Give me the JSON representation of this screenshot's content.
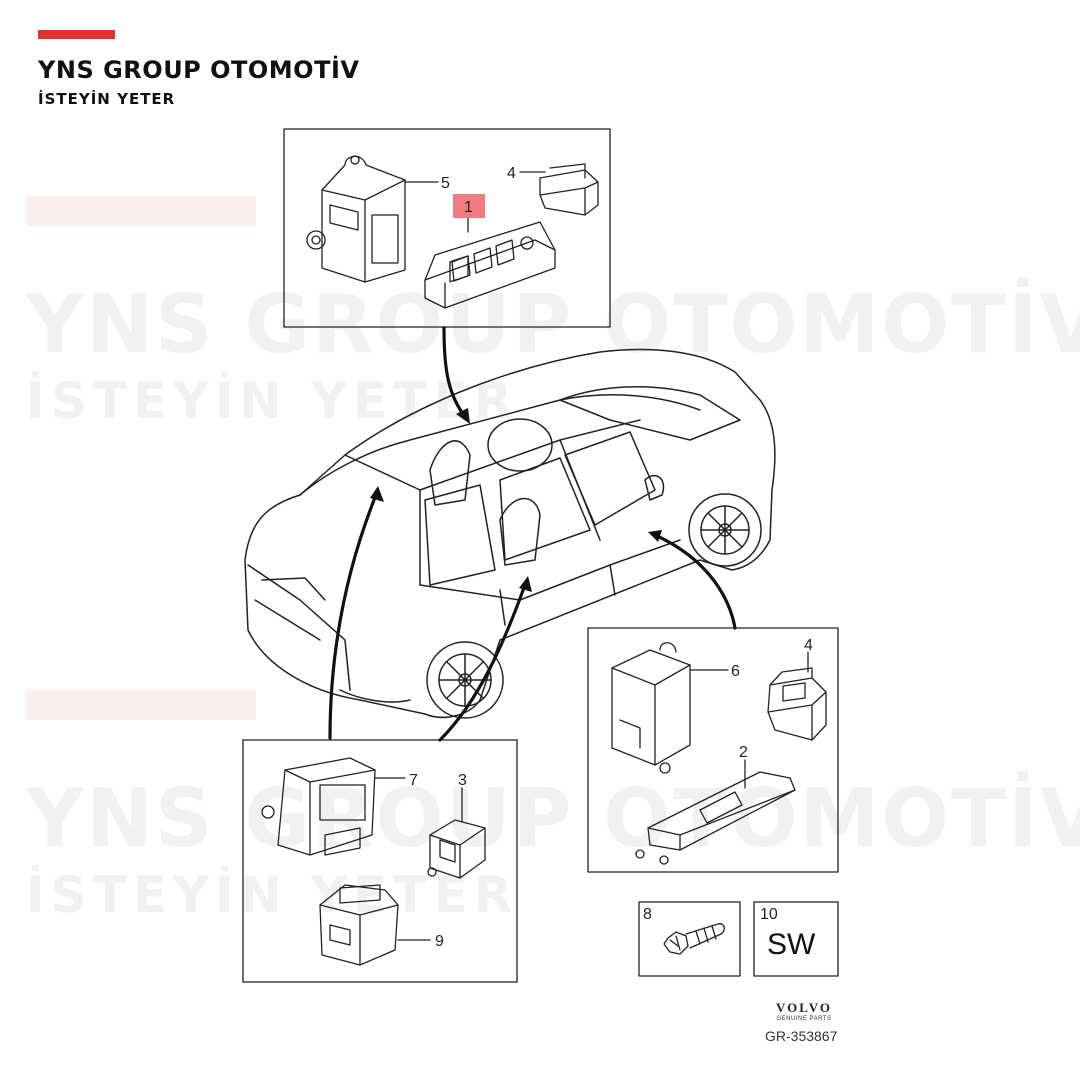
{
  "brand": {
    "title": "YNS GROUP OTOMOTİV",
    "tagline": "İSTEYİN YETER",
    "accent_color": "#e2322f"
  },
  "watermark": {
    "line1": "YNS GROUP OTOMOTİV",
    "line2": "İSTEYİN YETER"
  },
  "diagram": {
    "highlighted_part": "1",
    "callouts": {
      "top_box": [
        "5",
        "4",
        "1"
      ],
      "right_box": [
        "6",
        "4",
        "2"
      ],
      "bottom_left_box": [
        "7",
        "3",
        "9"
      ],
      "small_part_8": "8",
      "small_part_10": "10"
    },
    "sw_label": "SW",
    "highlight_color": "#f07c82"
  },
  "footer": {
    "logo_text": "VOLVO",
    "logo_tagline": "GENUINE PARTS",
    "reference": "GR-353867"
  }
}
